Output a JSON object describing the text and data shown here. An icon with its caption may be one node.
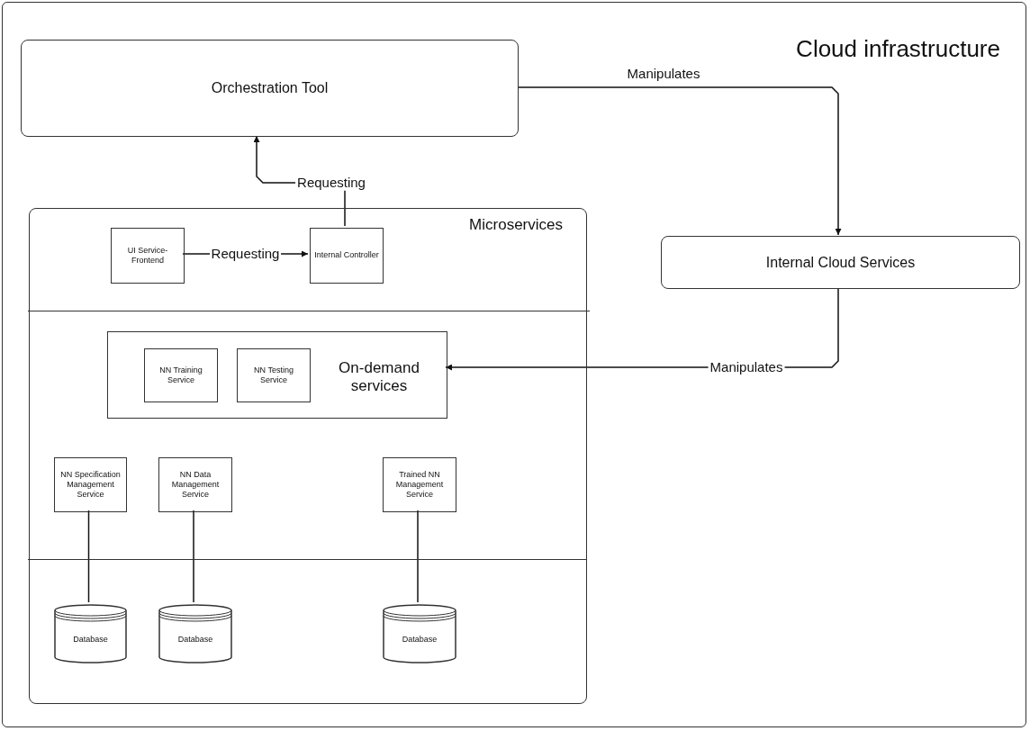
{
  "diagram": {
    "nodes": [
      {
        "text": [
          "Cloud infrastructure"
        ]
      },
      {
        "text": [
          "Orchestration Tool"
        ],
        "in": 0
      },
      {
        "text": [
          "Internal Cloud Services"
        ],
        "in": 0
      },
      {
        "text": [
          "Microservices"
        ],
        "in": 0
      },
      {
        "text": [
          "UI Service-Frontend"
        ],
        "in": 3
      },
      {
        "text": [
          "Internal Controller"
        ],
        "in": 3
      },
      {
        "text": [
          "On-demand services"
        ],
        "in": 3
      },
      {
        "text": [
          "NN Training Service"
        ],
        "in": 6
      },
      {
        "text": [
          "NN Testing Service"
        ],
        "in": 6
      },
      {
        "text": [
          "NN Specification Management Service"
        ],
        "in": 3
      },
      {
        "text": [
          "NN Data Management Service"
        ],
        "in": 3
      },
      {
        "text": [
          "Trained NN Management Service"
        ],
        "in": 3
      },
      {
        "text": [
          "Database"
        ],
        "in": 3
      },
      {
        "text": [
          "Database"
        ],
        "in": 3
      },
      {
        "text": [
          "Database"
        ],
        "in": 3
      }
    ],
    "edges": [
      {
        "from": 5,
        "to": 1,
        "arrow": "to",
        "label": "Requesting"
      },
      {
        "from": 4,
        "to": 5,
        "arrow": "to",
        "label": "Requesting"
      },
      {
        "from": 1,
        "to": 2,
        "arrow": "to",
        "label": "Manipulates"
      },
      {
        "from": 2,
        "to": 6,
        "arrow": "to",
        "label": "Manipulates"
      },
      {
        "from": 9,
        "to": 12,
        "arrow": "none"
      },
      {
        "from": 10,
        "to": 13,
        "arrow": "none"
      },
      {
        "from": 11,
        "to": 14,
        "arrow": "none"
      }
    ]
  }
}
